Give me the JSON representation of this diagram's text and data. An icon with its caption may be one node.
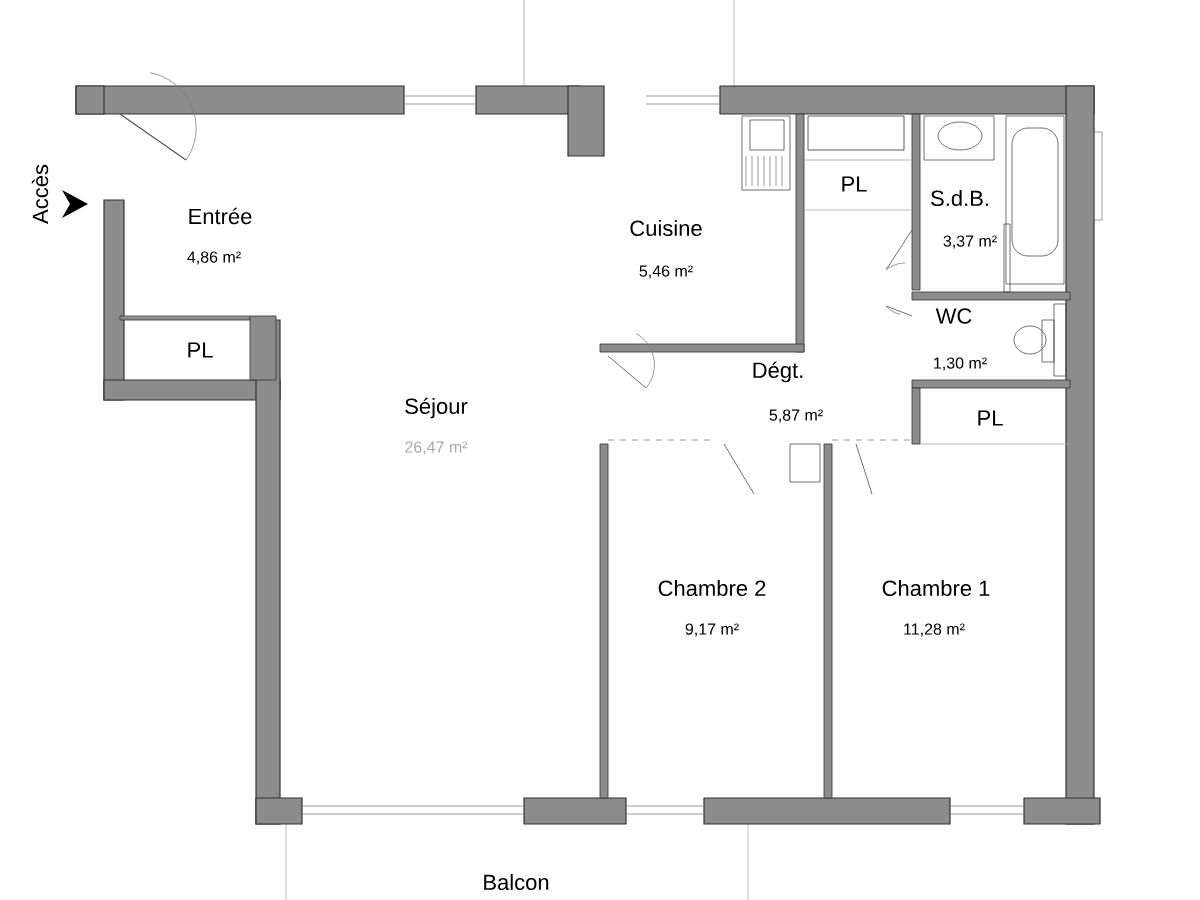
{
  "diagram": {
    "labels": [
      "Accès",
      "Entrée",
      "4,86 m²",
      "Cuisine",
      "PL",
      "S.d.B.",
      "3,37 m²",
      "5,46 m²",
      "WC",
      "1,30 m²",
      "PL",
      "Séjour",
      "Dégt.",
      "5,87 m²",
      "PL",
      "26,47 m²",
      "Chambre 2",
      "Chambre 1",
      "9,17 m²",
      "11,28 m²",
      "Balcon"
    ]
  }
}
